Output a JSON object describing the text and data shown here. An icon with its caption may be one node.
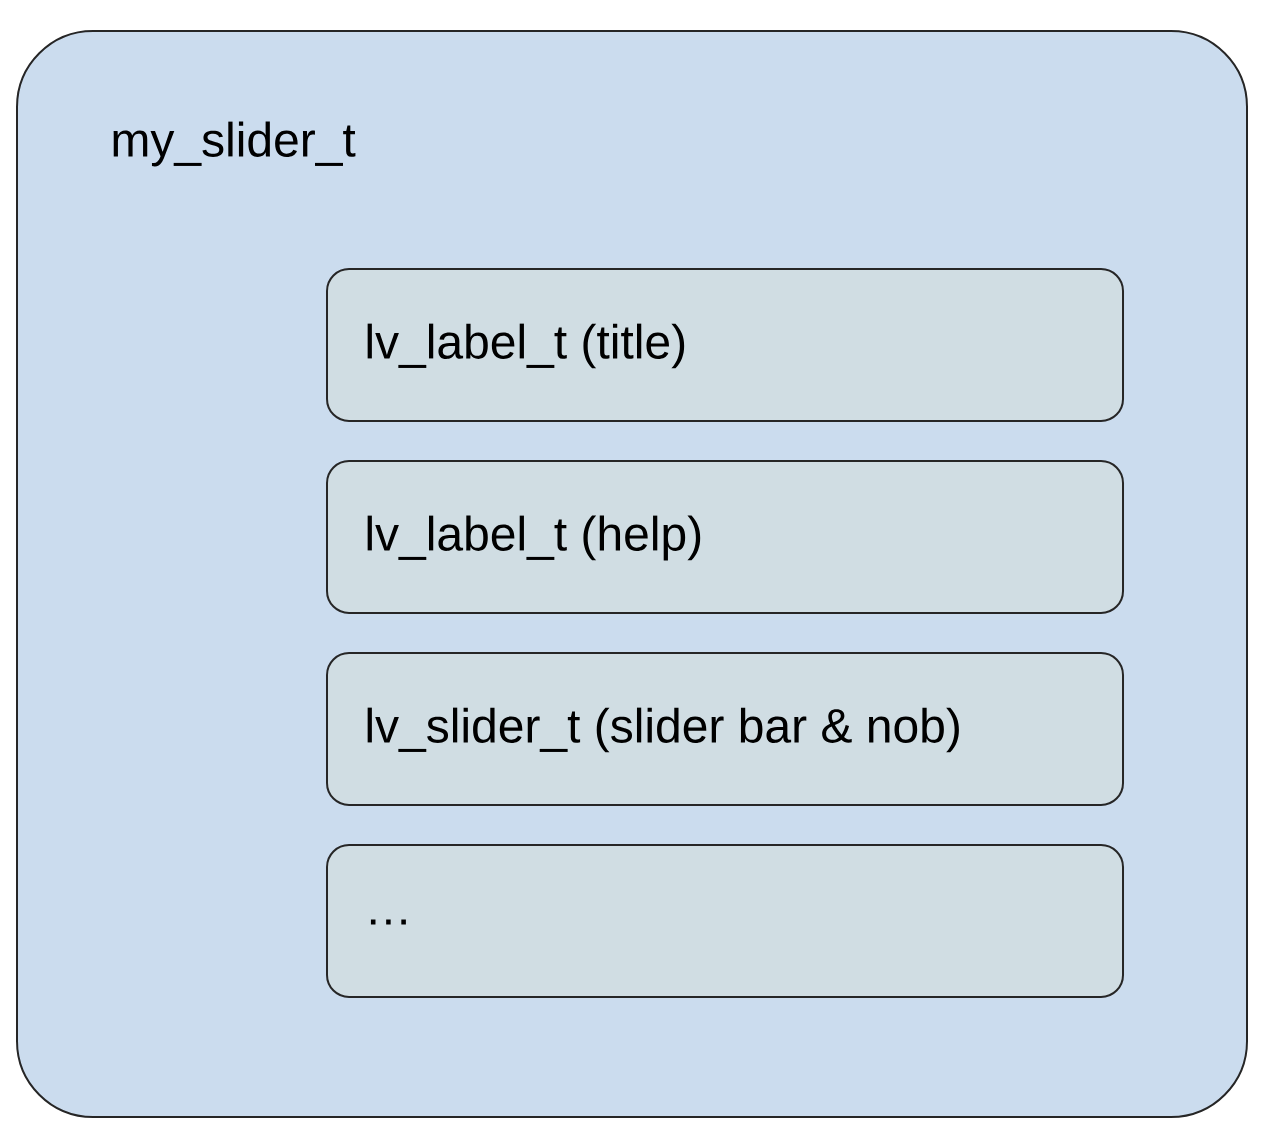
{
  "diagram": {
    "nodes": [
      {
        "text": [
          "my_slider_t"
        ]
      },
      {
        "text": [
          "lv_label_t (title)"
        ],
        "in": 0
      },
      {
        "text": [
          "lv_label_t (help)"
        ],
        "in": 0
      },
      {
        "text": [
          "lv_slider_t (slider bar & nob)"
        ],
        "in": 0
      },
      {
        "text": [
          "…"
        ],
        "in": 0
      }
    ]
  }
}
